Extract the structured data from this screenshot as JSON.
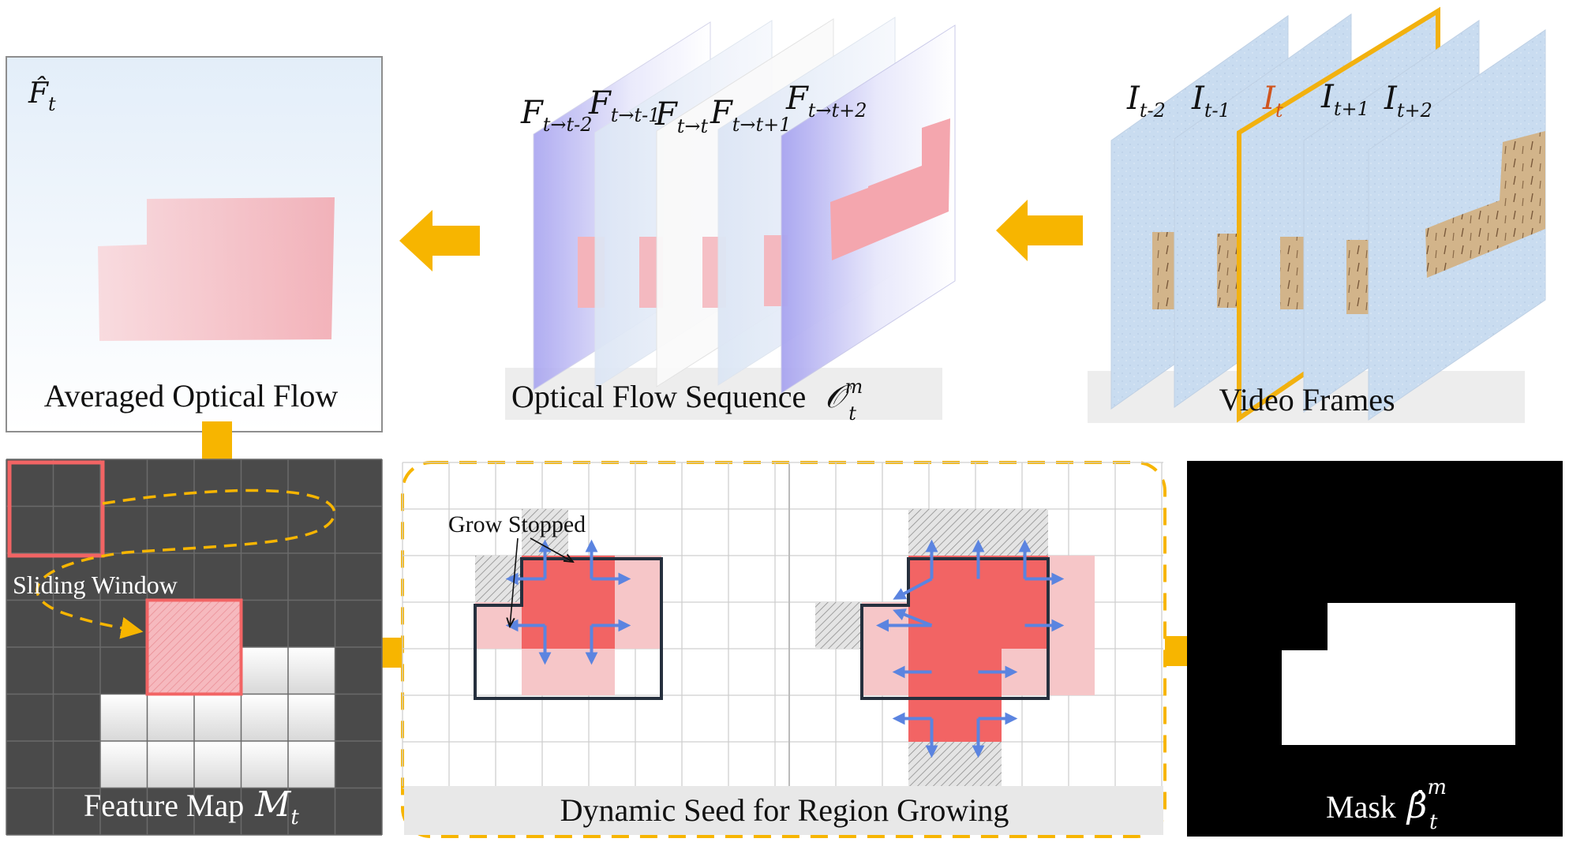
{
  "colors": {
    "arrow": "#F7B500",
    "seed_red": "#F26464",
    "light_red": "#F6C6C8",
    "grow_arrow": "#5B84E0",
    "outline": "#26303E",
    "dark_panel": "#4A4A4A",
    "current_frame": "#F2B10F"
  },
  "averaged_flow": {
    "symbol": "F̂",
    "symbol_sub": "t",
    "caption": "Averaged Optical Flow"
  },
  "flow_sequence": {
    "caption": "Optical Flow Sequence",
    "caption_symbol": "𝒪",
    "caption_sup": "m",
    "caption_sub": "t",
    "frames": [
      {
        "symbol": "F",
        "sub": "t→t-2"
      },
      {
        "symbol": "F",
        "sub": "t→t-1"
      },
      {
        "symbol": "F",
        "sub": "t→t"
      },
      {
        "symbol": "F",
        "sub": "t→t+1"
      },
      {
        "symbol": "F",
        "sub": "t→t+2"
      }
    ]
  },
  "video_frames": {
    "caption": "Video Frames",
    "frames": [
      {
        "symbol": "I",
        "sub": "t-2"
      },
      {
        "symbol": "I",
        "sub": "t-1"
      },
      {
        "symbol": "I",
        "sub": "t"
      },
      {
        "symbol": "I",
        "sub": "t+1"
      },
      {
        "symbol": "I",
        "sub": "t+2"
      }
    ]
  },
  "feature_map": {
    "caption": "Feature Map",
    "symbol": "M",
    "symbol_sub": "t",
    "window_label": "Sliding Window"
  },
  "region_growing": {
    "caption": "Dynamic Seed for Region Growing",
    "grow_label": "Grow Stopped"
  },
  "mask": {
    "caption": "Mask",
    "symbol": "β̂",
    "symbol_sup": "m",
    "symbol_sub": "t"
  }
}
